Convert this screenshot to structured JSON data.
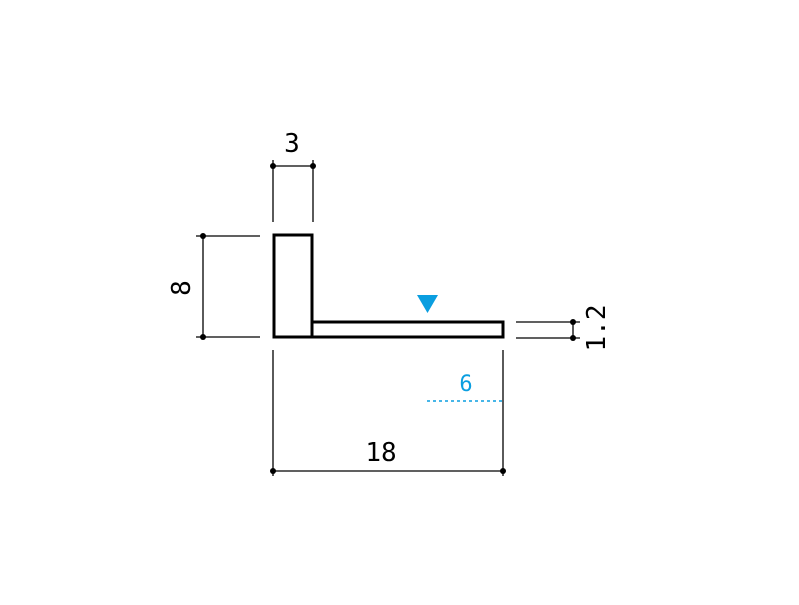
{
  "colors": {
    "stroke": "#000000",
    "accent": "#0a9ee0",
    "background": "#ffffff"
  },
  "dimensions": {
    "flange_width": "3",
    "flange_height": "8",
    "overall_length": "18",
    "web_thickness": "1.2",
    "marker_offset": "6"
  },
  "icons": {
    "marker": "down-triangle-icon"
  }
}
